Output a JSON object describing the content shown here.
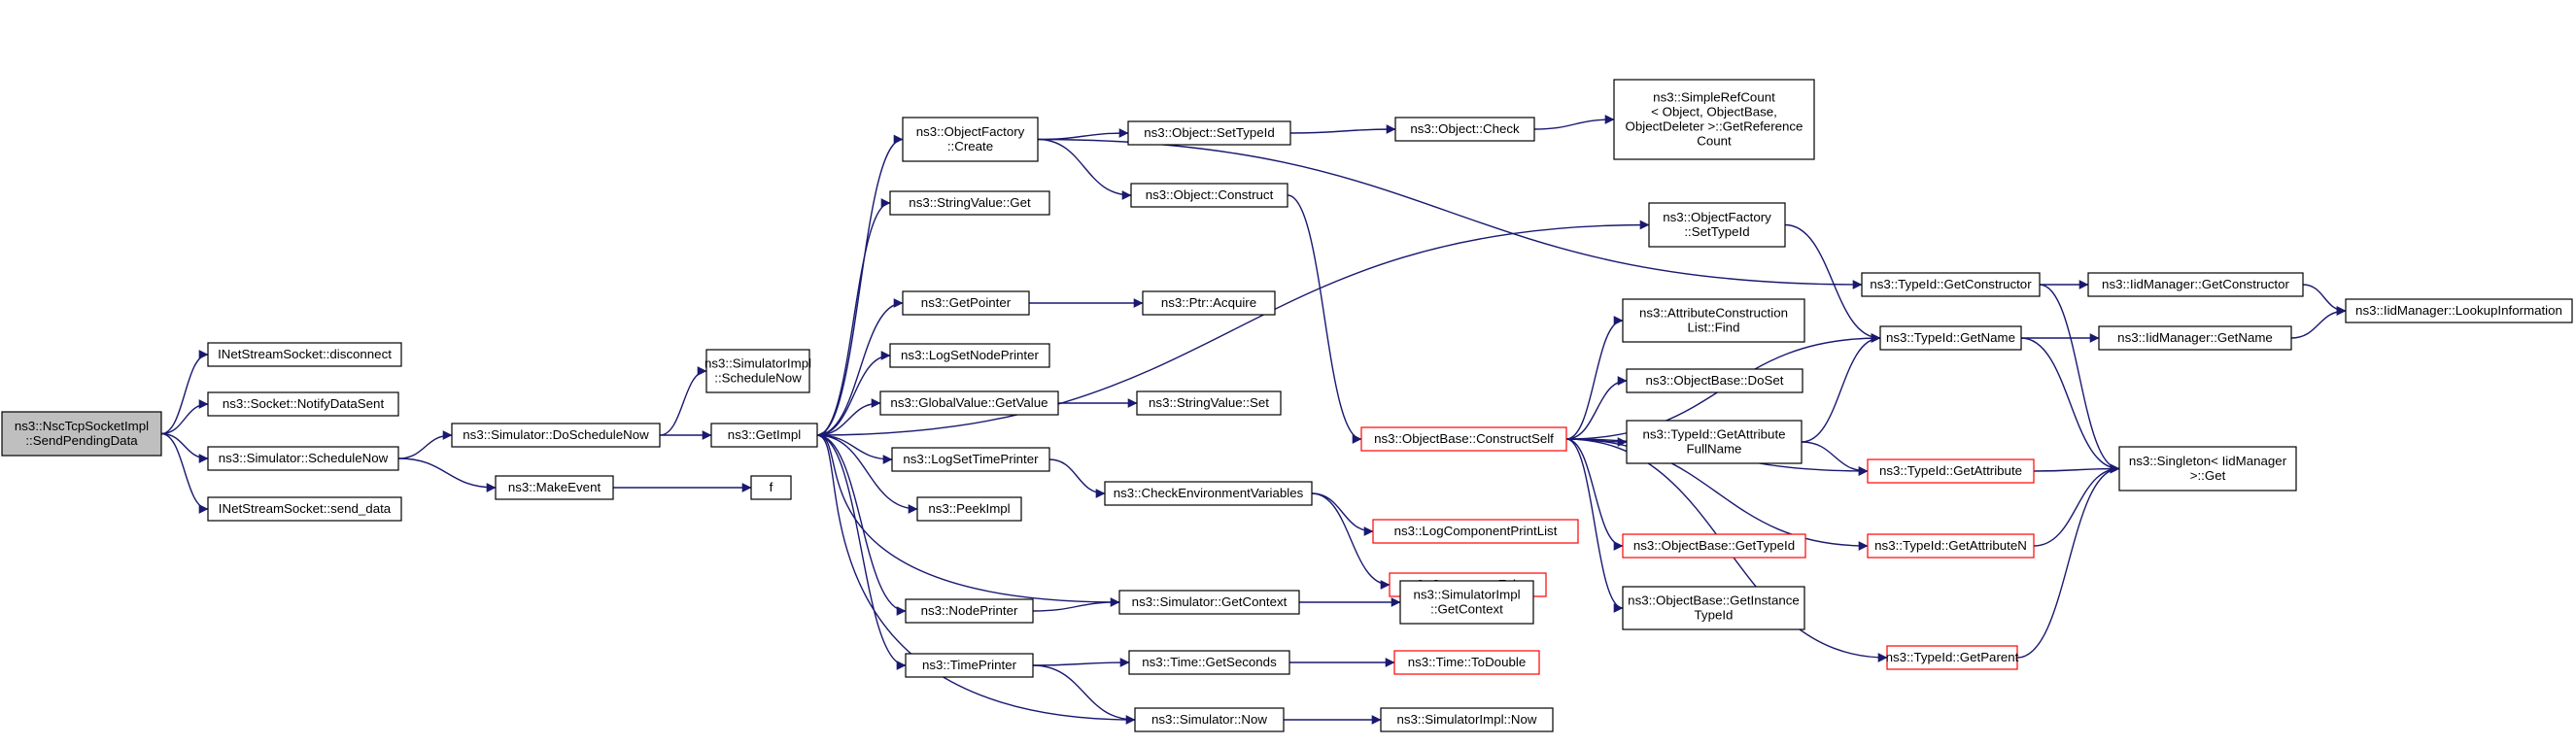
{
  "diagram": {
    "nodes": [
      {
        "id": "root",
        "lines": [
          "ns3::NscTcpSocketImpl",
          "::SendPendingData"
        ],
        "style": "root"
      },
      {
        "id": "inetdisc",
        "lines": [
          "INetStreamSocket::disconnect"
        ],
        "style": "normal"
      },
      {
        "id": "notify",
        "lines": [
          "ns3::Socket::NotifyDataSent"
        ],
        "style": "normal"
      },
      {
        "id": "schednow",
        "lines": [
          "ns3::Simulator::ScheduleNow"
        ],
        "style": "normal"
      },
      {
        "id": "inetsend",
        "lines": [
          "INetStreamSocket::send_data"
        ],
        "style": "normal"
      },
      {
        "id": "doschednow",
        "lines": [
          "ns3::Simulator::DoScheduleNow"
        ],
        "style": "normal"
      },
      {
        "id": "makeevent",
        "lines": [
          "ns3::MakeEvent"
        ],
        "style": "normal"
      },
      {
        "id": "simimplsched",
        "lines": [
          "ns3::SimulatorImpl",
          "::ScheduleNow"
        ],
        "style": "normal"
      },
      {
        "id": "getimpl",
        "lines": [
          "ns3::GetImpl"
        ],
        "style": "normal"
      },
      {
        "id": "f",
        "lines": [
          "f"
        ],
        "style": "normal"
      },
      {
        "id": "ofcreate",
        "lines": [
          "ns3::ObjectFactory",
          "::Create"
        ],
        "style": "normal"
      },
      {
        "id": "strget",
        "lines": [
          "ns3::StringValue::Get"
        ],
        "style": "normal"
      },
      {
        "id": "getpointer",
        "lines": [
          "ns3::GetPointer"
        ],
        "style": "normal"
      },
      {
        "id": "logsetnode",
        "lines": [
          "ns3::LogSetNodePrinter"
        ],
        "style": "normal"
      },
      {
        "id": "gvget",
        "lines": [
          "ns3::GlobalValue::GetValue"
        ],
        "style": "normal"
      },
      {
        "id": "logsettime",
        "lines": [
          "ns3::LogSetTimePrinter"
        ],
        "style": "normal"
      },
      {
        "id": "peekimpl",
        "lines": [
          "ns3::PeekImpl"
        ],
        "style": "normal"
      },
      {
        "id": "nodeprinter",
        "lines": [
          "ns3::NodePrinter"
        ],
        "style": "normal"
      },
      {
        "id": "timeprinter",
        "lines": [
          "ns3::TimePrinter"
        ],
        "style": "normal"
      },
      {
        "id": "objsettypeid",
        "lines": [
          "ns3::Object::SetTypeId"
        ],
        "style": "normal"
      },
      {
        "id": "objconstruct",
        "lines": [
          "ns3::Object::Construct"
        ],
        "style": "normal"
      },
      {
        "id": "ptracquire",
        "lines": [
          "ns3::Ptr::Acquire"
        ],
        "style": "normal"
      },
      {
        "id": "strset",
        "lines": [
          "ns3::StringValue::Set"
        ],
        "style": "normal"
      },
      {
        "id": "checkenv",
        "lines": [
          "ns3::CheckEnvironmentVariables"
        ],
        "style": "normal"
      },
      {
        "id": "simgetctx",
        "lines": [
          "ns3::Simulator::GetContext"
        ],
        "style": "normal"
      },
      {
        "id": "timegetsec",
        "lines": [
          "ns3::Time::GetSeconds"
        ],
        "style": "normal"
      },
      {
        "id": "simnow",
        "lines": [
          "ns3::Simulator::Now"
        ],
        "style": "normal"
      },
      {
        "id": "objcheck",
        "lines": [
          "ns3::Object::Check"
        ],
        "style": "normal"
      },
      {
        "id": "simpleref",
        "lines": [
          "ns3::SimpleRefCount",
          "< Object, ObjectBase,",
          "ObjectDeleter >::GetReference",
          "Count"
        ],
        "style": "normal"
      },
      {
        "id": "ofsettypeid",
        "lines": [
          "ns3::ObjectFactory",
          "::SetTypeId"
        ],
        "style": "normal"
      },
      {
        "id": "constructself",
        "lines": [
          "ns3::ObjectBase::ConstructSelf"
        ],
        "style": "red"
      },
      {
        "id": "logcomplist",
        "lines": [
          "ns3::LogComponentPrintList"
        ],
        "style": "red"
      },
      {
        "id": "compexists",
        "lines": [
          "ns3::ComponentExists"
        ],
        "style": "red"
      },
      {
        "id": "simimplgetctx",
        "lines": [
          "ns3::SimulatorImpl",
          "::GetContext"
        ],
        "style": "normal"
      },
      {
        "id": "timetodouble",
        "lines": [
          "ns3::Time::ToDouble"
        ],
        "style": "red"
      },
      {
        "id": "simimplnow",
        "lines": [
          "ns3::SimulatorImpl::Now"
        ],
        "style": "normal"
      },
      {
        "id": "attrconstr",
        "lines": [
          "ns3::AttributeConstruction",
          "List::Find"
        ],
        "style": "normal"
      },
      {
        "id": "obdoset",
        "lines": [
          "ns3::ObjectBase::DoSet"
        ],
        "style": "normal"
      },
      {
        "id": "tidgetattrfull",
        "lines": [
          "ns3::TypeId::GetAttribute",
          "FullName"
        ],
        "style": "normal"
      },
      {
        "id": "obgettypeid",
        "lines": [
          "ns3::ObjectBase::GetTypeId"
        ],
        "style": "red"
      },
      {
        "id": "obgetinst",
        "lines": [
          "ns3::ObjectBase::GetInstance",
          "TypeId"
        ],
        "style": "normal"
      },
      {
        "id": "tidgetconstr",
        "lines": [
          "ns3::TypeId::GetConstructor"
        ],
        "style": "normal"
      },
      {
        "id": "tidgetname",
        "lines": [
          "ns3::TypeId::GetName"
        ],
        "style": "normal"
      },
      {
        "id": "tidgetattr",
        "lines": [
          "ns3::TypeId::GetAttribute"
        ],
        "style": "red"
      },
      {
        "id": "tidgetattrn",
        "lines": [
          "ns3::TypeId::GetAttributeN"
        ],
        "style": "red"
      },
      {
        "id": "tidgetparent",
        "lines": [
          "ns3::TypeId::GetParent"
        ],
        "style": "red"
      },
      {
        "id": "iidgetconstr",
        "lines": [
          "ns3::IidManager::GetConstructor"
        ],
        "style": "normal"
      },
      {
        "id": "iidgetname",
        "lines": [
          "ns3::IidManager::GetName"
        ],
        "style": "normal"
      },
      {
        "id": "singleton",
        "lines": [
          "ns3::Singleton< IidManager",
          ">::Get"
        ],
        "style": "normal"
      },
      {
        "id": "iidlookup",
        "lines": [
          "ns3::IidManager::LookupInformation"
        ],
        "style": "normal"
      }
    ],
    "edges": [
      [
        "root",
        "inetdisc"
      ],
      [
        "root",
        "notify"
      ],
      [
        "root",
        "schednow"
      ],
      [
        "root",
        "inetsend"
      ],
      [
        "schednow",
        "doschednow"
      ],
      [
        "schednow",
        "makeevent"
      ],
      [
        "doschednow",
        "simimplsched"
      ],
      [
        "doschednow",
        "getimpl"
      ],
      [
        "makeevent",
        "f"
      ],
      [
        "getimpl",
        "ofcreate"
      ],
      [
        "getimpl",
        "strget"
      ],
      [
        "getimpl",
        "getpointer"
      ],
      [
        "getimpl",
        "logsetnode"
      ],
      [
        "getimpl",
        "gvget"
      ],
      [
        "getimpl",
        "logsettime"
      ],
      [
        "getimpl",
        "peekimpl"
      ],
      [
        "getimpl",
        "nodeprinter"
      ],
      [
        "getimpl",
        "timeprinter"
      ],
      [
        "getimpl",
        "ofsettypeid"
      ],
      [
        "ofcreate",
        "objsettypeid"
      ],
      [
        "ofcreate",
        "objconstruct"
      ],
      [
        "ofcreate",
        "tidgetconstr"
      ],
      [
        "objsettypeid",
        "objcheck"
      ],
      [
        "objcheck",
        "simpleref"
      ],
      [
        "objconstruct",
        "constructself"
      ],
      [
        "getpointer",
        "ptracquire"
      ],
      [
        "gvget",
        "strset"
      ],
      [
        "logsettime",
        "checkenv"
      ],
      [
        "checkenv",
        "logcomplist"
      ],
      [
        "checkenv",
        "compexists"
      ],
      [
        "nodeprinter",
        "simgetctx"
      ],
      [
        "simgetctx",
        "getimpl"
      ],
      [
        "simgetctx",
        "simimplgetctx"
      ],
      [
        "timeprinter",
        "timegetsec"
      ],
      [
        "timeprinter",
        "simnow"
      ],
      [
        "simnow",
        "getimpl"
      ],
      [
        "timegetsec",
        "timetodouble"
      ],
      [
        "simnow",
        "simimplnow"
      ],
      [
        "ofsettypeid",
        "tidgetname"
      ],
      [
        "constructself",
        "attrconstr"
      ],
      [
        "constructself",
        "obdoset"
      ],
      [
        "constructself",
        "tidgetattrfull"
      ],
      [
        "constructself",
        "obgettypeid"
      ],
      [
        "constructself",
        "obgetinst"
      ],
      [
        "constructself",
        "tidgetname"
      ],
      [
        "constructself",
        "tidgetattr"
      ],
      [
        "constructself",
        "tidgetattrn"
      ],
      [
        "constructself",
        "tidgetparent"
      ],
      [
        "tidgetattrfull",
        "tidgetname"
      ],
      [
        "tidgetattrfull",
        "tidgetattr"
      ],
      [
        "tidgetconstr",
        "iidgetconstr"
      ],
      [
        "tidgetconstr",
        "singleton"
      ],
      [
        "tidgetname",
        "iidgetname"
      ],
      [
        "tidgetname",
        "singleton"
      ],
      [
        "tidgetattr",
        "singleton"
      ],
      [
        "tidgetattrn",
        "singleton"
      ],
      [
        "tidgetparent",
        "singleton"
      ],
      [
        "iidgetconstr",
        "iidlookup"
      ],
      [
        "iidgetname",
        "iidlookup"
      ]
    ]
  }
}
